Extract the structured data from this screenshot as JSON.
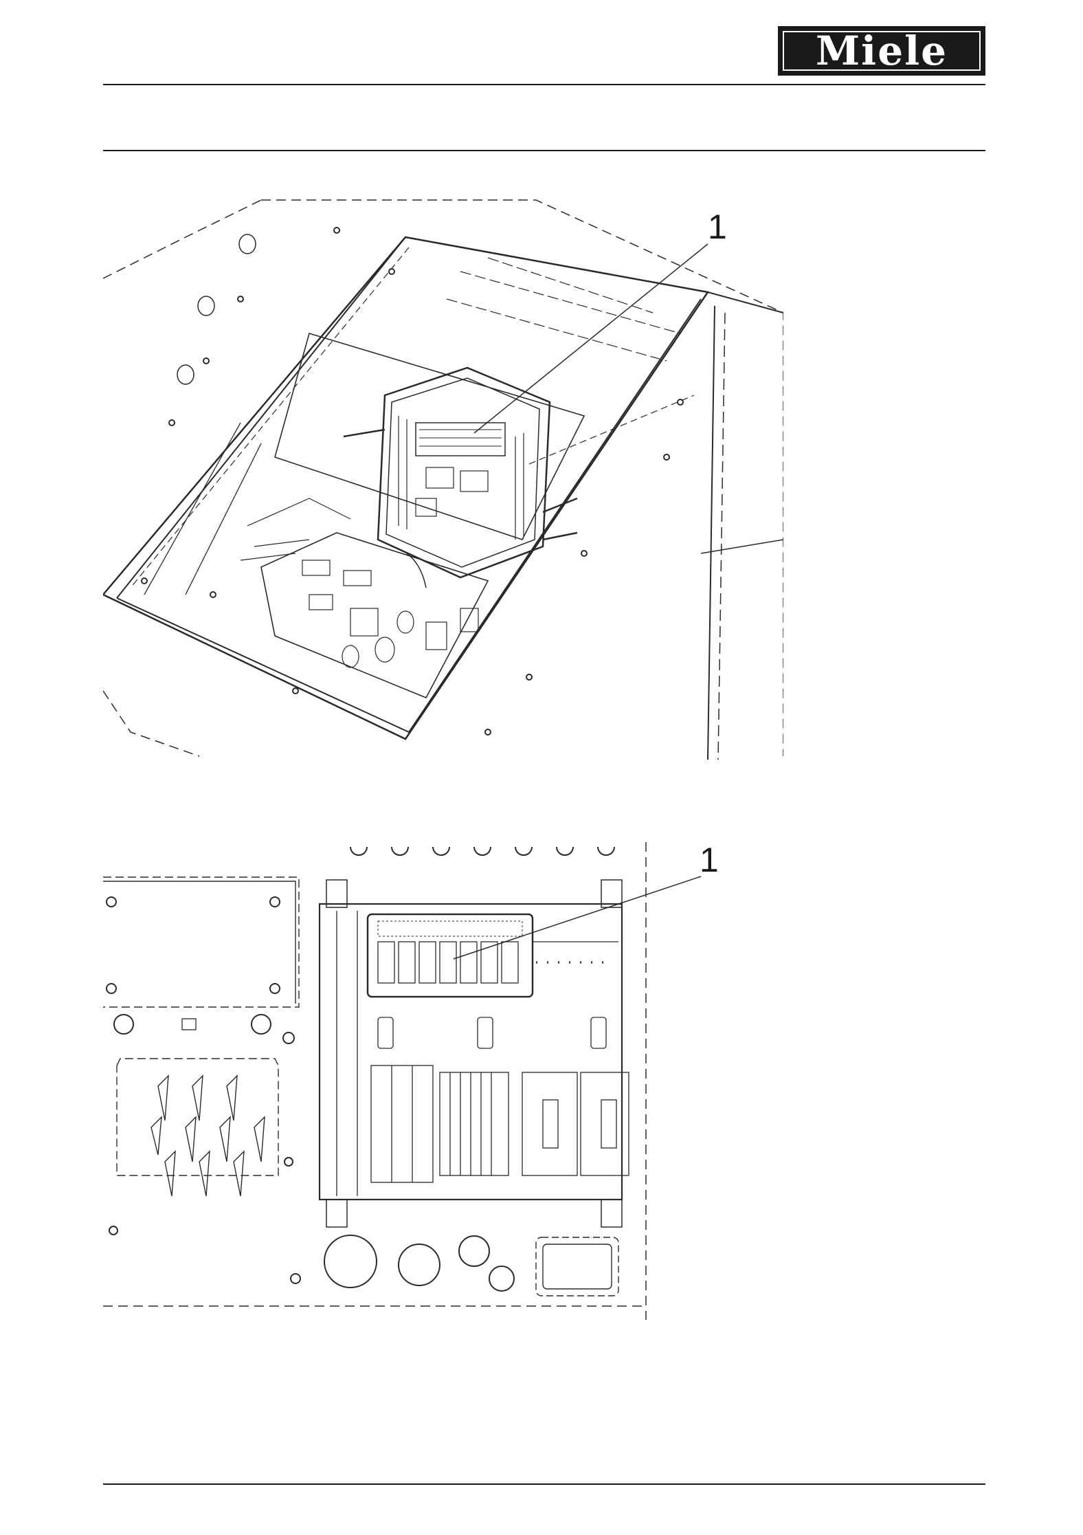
{
  "brand": {
    "logo_text": "Miele"
  },
  "figures": [
    {
      "callout": "1"
    },
    {
      "callout": "1"
    }
  ]
}
